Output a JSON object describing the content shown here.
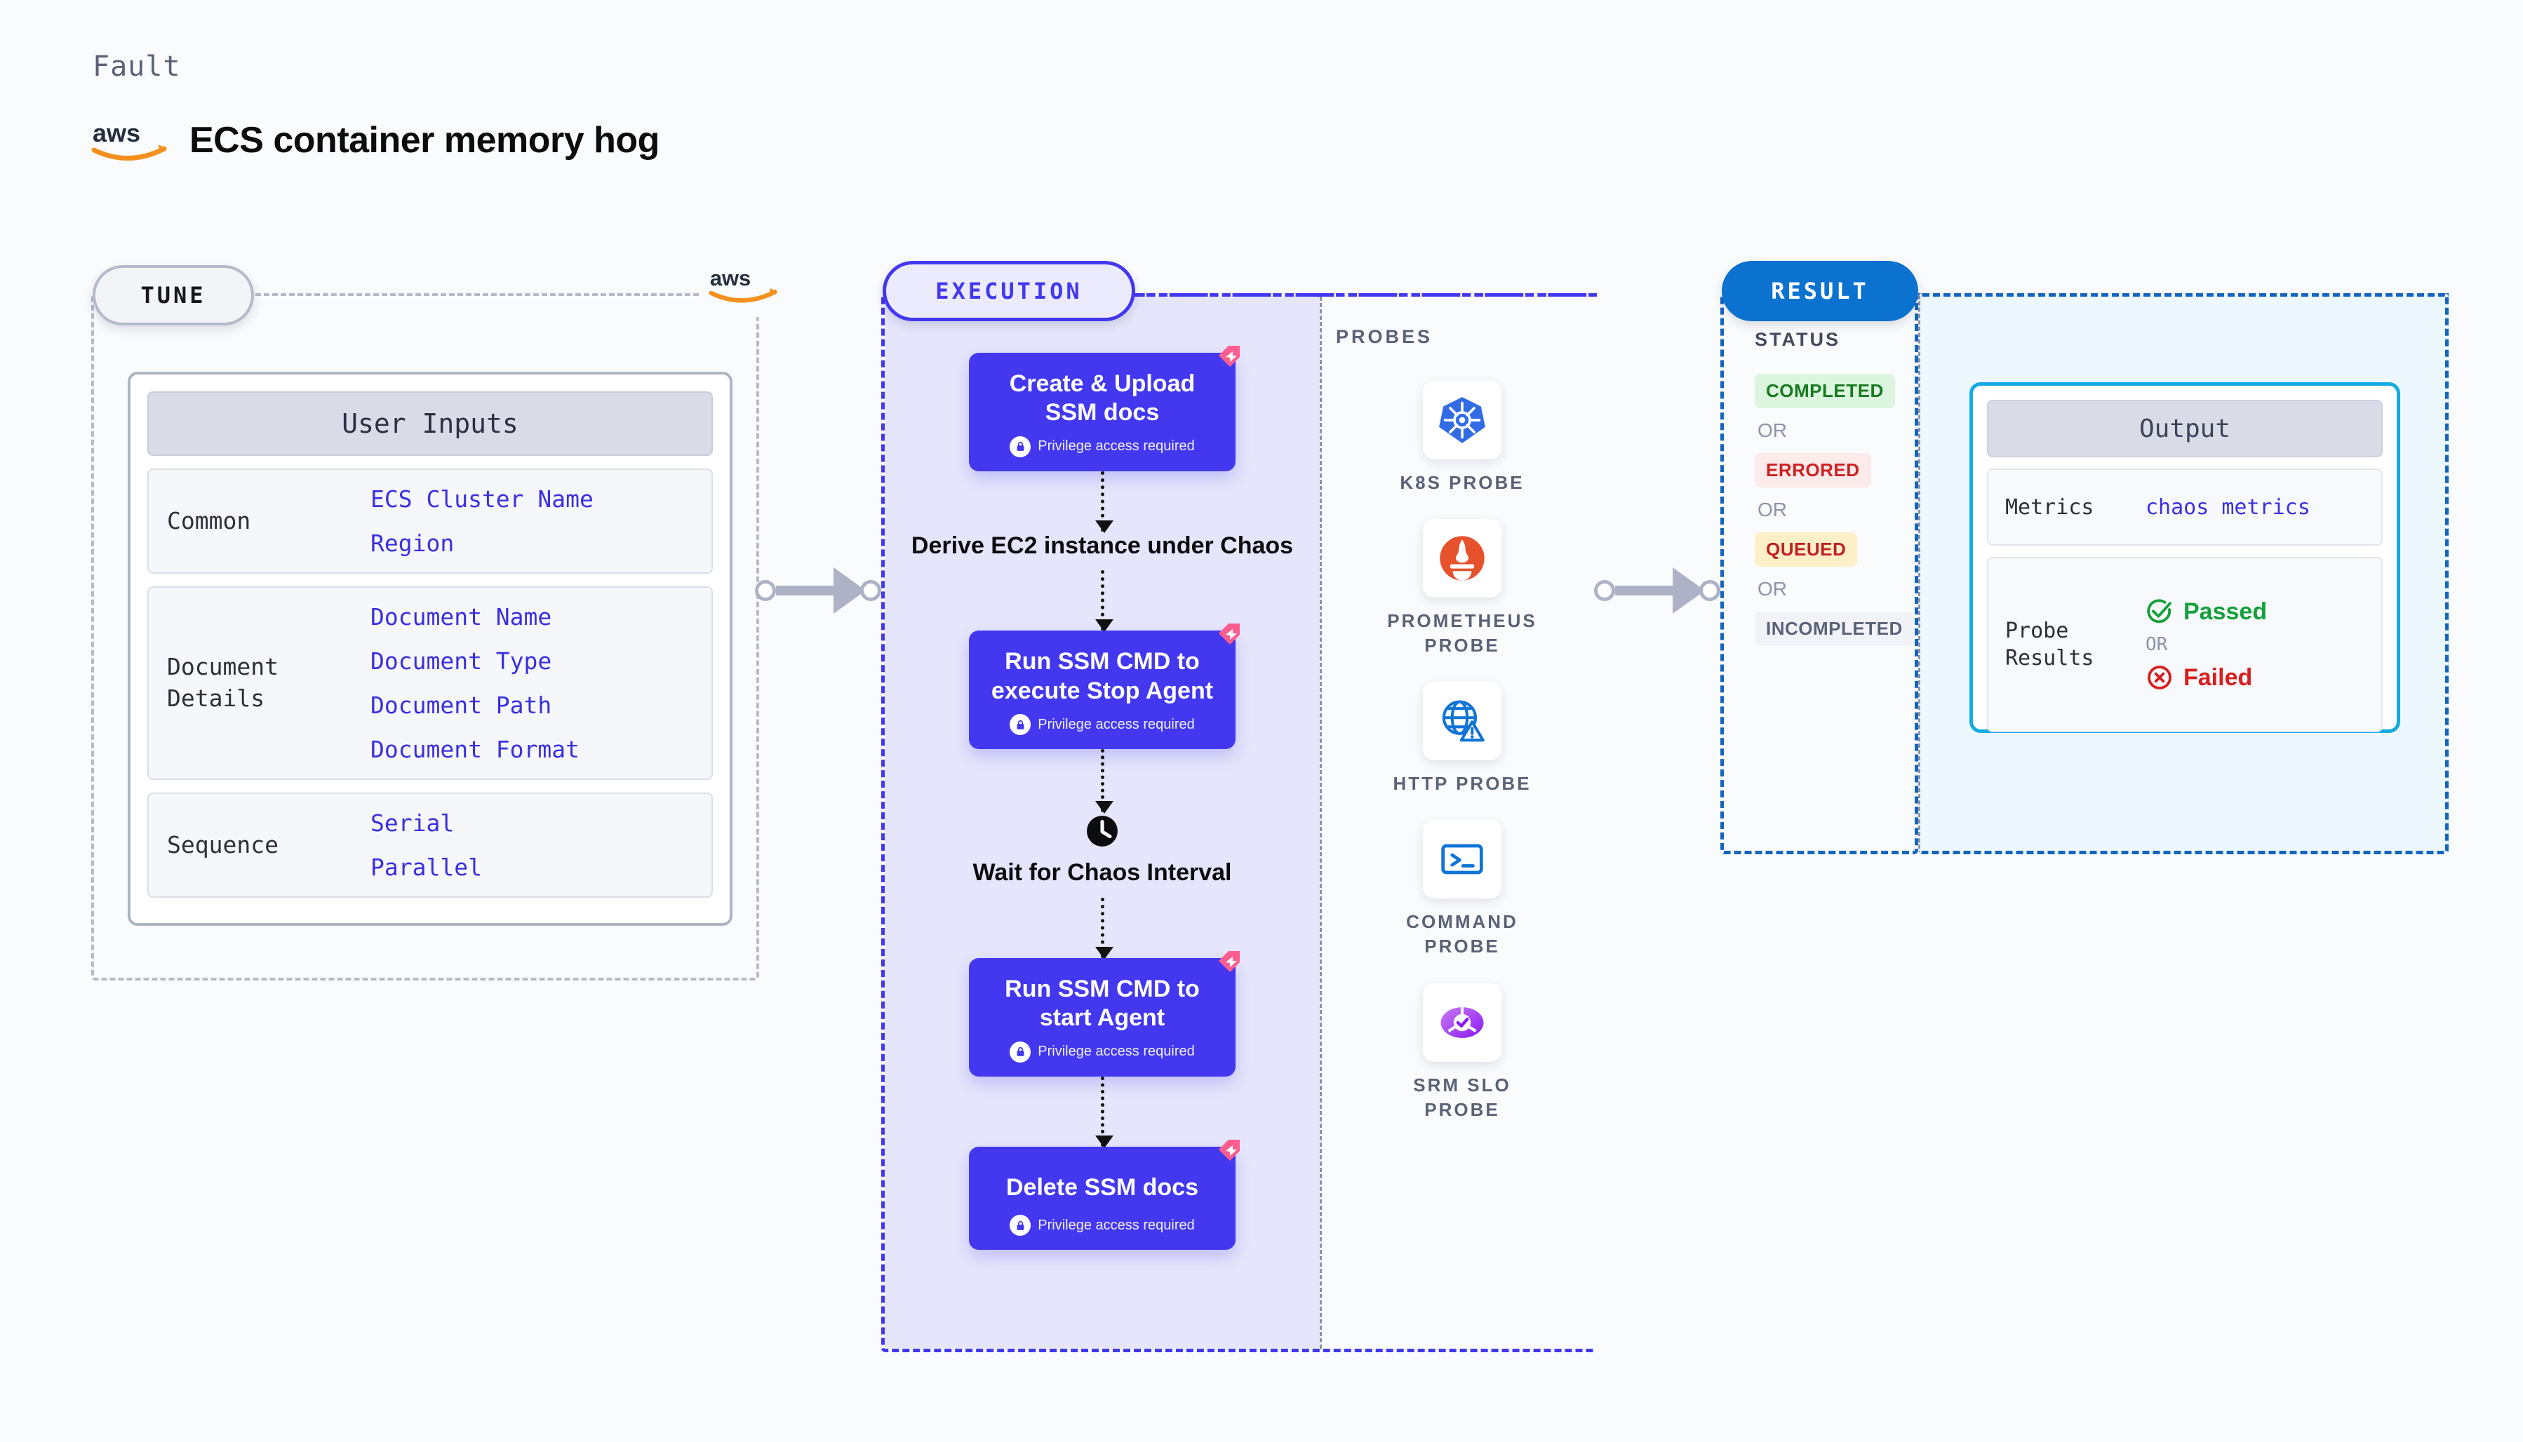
{
  "header": {
    "kicker": "Fault",
    "title": "ECS container memory hog",
    "logo_icon": "aws-logo"
  },
  "tune": {
    "badge": "TUNE",
    "logo_icon": "aws-logo",
    "card_title": "User Inputs",
    "rows": [
      {
        "key": "Common",
        "values": [
          "ECS Cluster Name",
          "Region"
        ]
      },
      {
        "key": "Document\nDetails",
        "values": [
          "Document Name",
          "Document Type",
          "Document Path",
          "Document Format"
        ]
      },
      {
        "key": "Sequence",
        "values": [
          "Serial",
          "Parallel"
        ]
      }
    ]
  },
  "execution": {
    "badge": "EXECUTION",
    "privilege_note": "Privilege access required",
    "steps": [
      {
        "label": "Create & Upload SSM docs",
        "type": "action",
        "privileged": true,
        "ribbon": "litmus-ribbon-icon"
      },
      {
        "label": "Derive EC2 instance under Chaos",
        "type": "plain",
        "privileged": false
      },
      {
        "label": "Run SSM CMD to execute Stop Agent",
        "type": "action",
        "privileged": true,
        "ribbon": "litmus-ribbon-icon"
      },
      {
        "label": "Wait for Chaos Interval",
        "type": "wait",
        "privileged": false,
        "icon": "clock-icon"
      },
      {
        "label": "Run SSM CMD to start Agent",
        "type": "action",
        "privileged": true,
        "ribbon": "litmus-ribbon-icon"
      },
      {
        "label": "Delete SSM docs",
        "type": "action",
        "privileged": true,
        "ribbon": "litmus-ribbon-icon"
      }
    ],
    "probes_title": "PROBES",
    "probes": [
      {
        "name": "K8S PROBE",
        "icon": "kubernetes-icon"
      },
      {
        "name": "PROMETHEUS PROBE",
        "icon": "prometheus-icon"
      },
      {
        "name": "HTTP PROBE",
        "icon": "http-globe-icon"
      },
      {
        "name": "COMMAND PROBE",
        "icon": "terminal-icon"
      },
      {
        "name": "SRM SLO PROBE",
        "icon": "srm-slo-icon"
      }
    ]
  },
  "result": {
    "badge": "RESULT",
    "status_title": "STATUS",
    "or_label": "OR",
    "statuses": [
      {
        "label": "COMPLETED",
        "bg": "#dcf5de",
        "fg": "#177a1f"
      },
      {
        "label": "ERRORED",
        "bg": "#fdeaea",
        "fg": "#cc2222"
      },
      {
        "label": "QUEUED",
        "bg": "#fdf0c8",
        "fg": "#c02020"
      },
      {
        "label": "INCOMPLETED",
        "bg": "#f2f3f8",
        "fg": "#5a6277"
      }
    ]
  },
  "output": {
    "card_title": "Output",
    "metrics_key": "Metrics",
    "metrics_value": "chaos metrics",
    "probe_results_key": "Probe\nResults",
    "passed_label": "Passed",
    "failed_label": "Failed",
    "or_label": "OR",
    "passed_icon": "check-circle-icon",
    "failed_icon": "x-circle-icon"
  },
  "colors": {
    "accent_indigo": "#4338ef",
    "accent_blue": "#0b72d0",
    "cyan": "#14aae3",
    "ribbon_pink": "#fb5d8f",
    "aws_orange": "#f6901e"
  }
}
